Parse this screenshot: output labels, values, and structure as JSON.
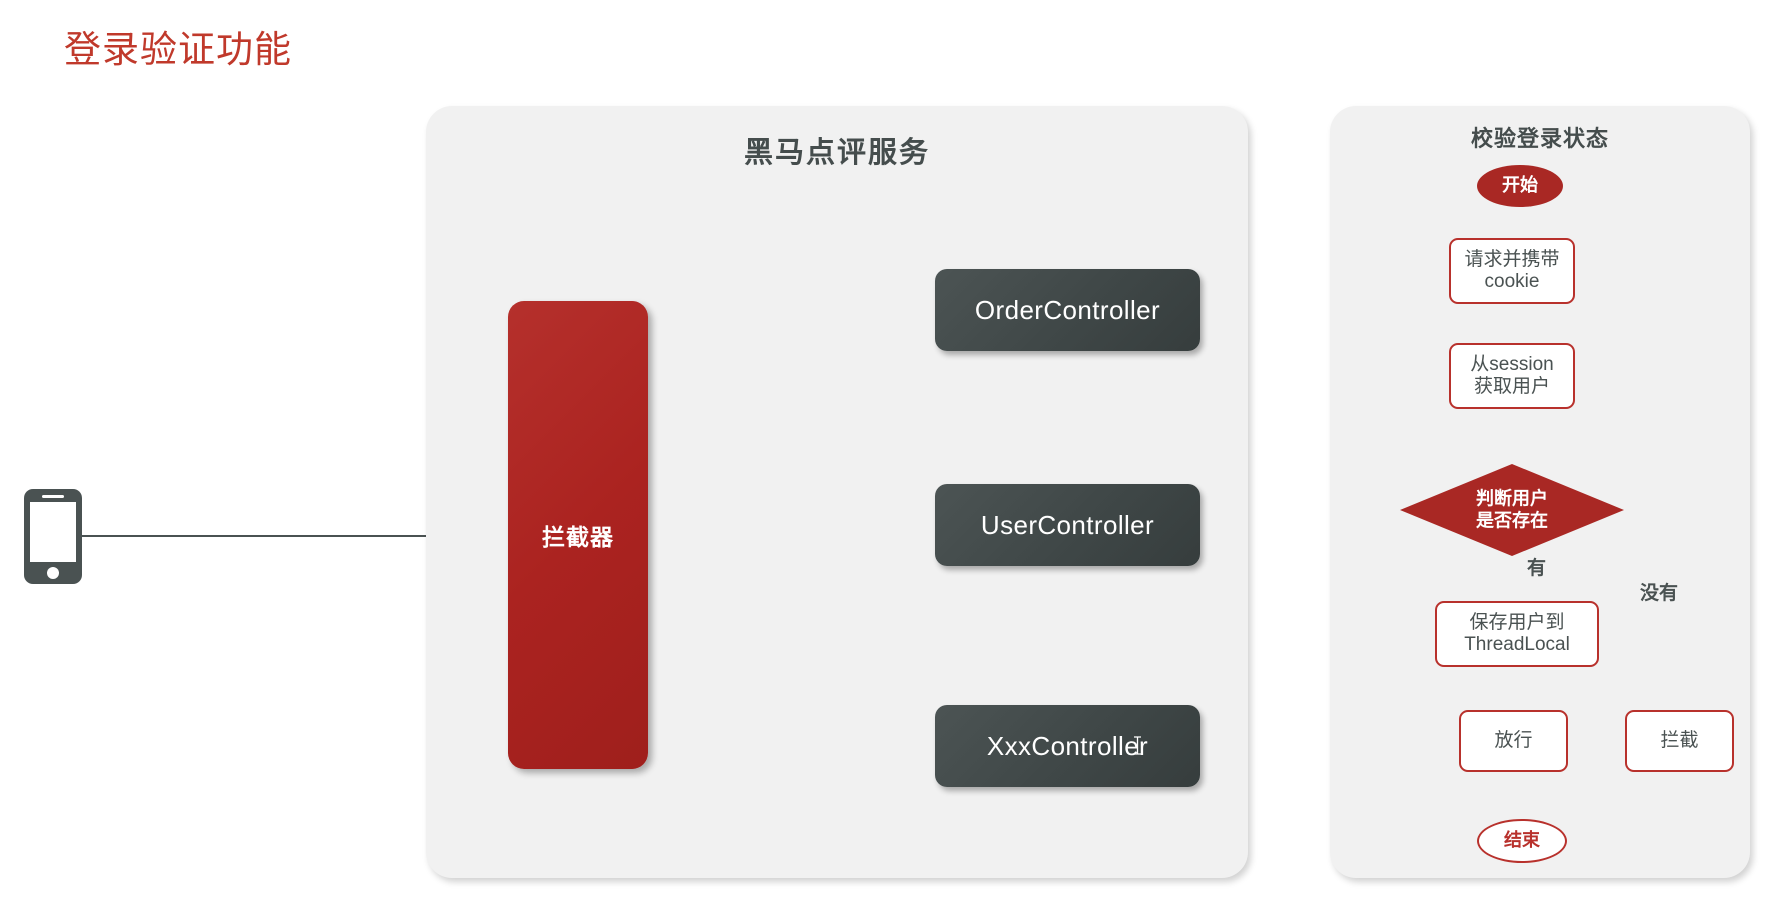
{
  "page": {
    "title": "登录验证功能",
    "title_color": "#c0392b",
    "background": "#ffffff"
  },
  "colors": {
    "panel_bg": "#f1f1f1",
    "dark_box": "#434a4a",
    "accent_red": "#a92824",
    "node_border_red": "#b8312c",
    "text_dark": "#4a5252",
    "connector": "#4a5252",
    "flow_connector": "#1a1a1a"
  },
  "client": {
    "device_icon": "smartphone-icon"
  },
  "service_panel": {
    "title": "黑马点评服务",
    "interceptor": {
      "label": "拦截器"
    },
    "controllers": [
      {
        "label": "OrderController"
      },
      {
        "label": "UserController"
      },
      {
        "label": "XxxController"
      }
    ]
  },
  "flow_panel": {
    "title": "校验登录状态",
    "nodes": [
      {
        "id": "start",
        "shape": "ellipse",
        "label": "开始"
      },
      {
        "id": "cookie",
        "shape": "rect",
        "label": "请求并携带\ncookie"
      },
      {
        "id": "session",
        "shape": "rect",
        "label": "从session\n获取用户"
      },
      {
        "id": "decision",
        "shape": "diamond",
        "label": "判断用户\n是否存在"
      },
      {
        "id": "threadlocal",
        "shape": "rect",
        "label": "保存用户到\nThreadLocal"
      },
      {
        "id": "pass",
        "shape": "rect",
        "label": "放行"
      },
      {
        "id": "block",
        "shape": "rect",
        "label": "拦截"
      },
      {
        "id": "end",
        "shape": "ellipse",
        "label": "结束"
      }
    ],
    "edge_labels": {
      "yes": "有",
      "no": "没有"
    }
  },
  "cursor": {
    "icon": "text-caret-icon"
  }
}
